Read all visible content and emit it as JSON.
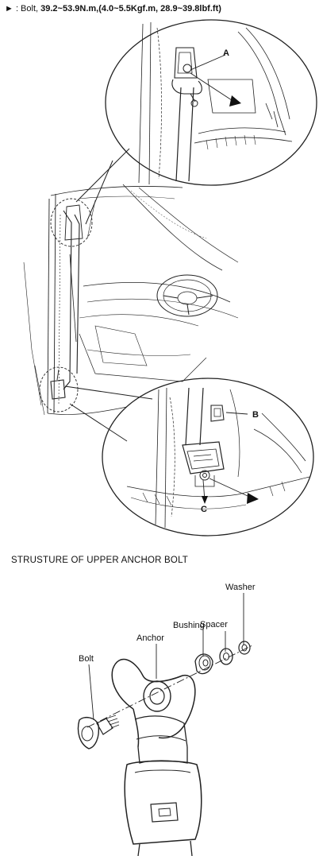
{
  "torque_spec": {
    "marker": "►",
    "prefix": " : Bolt, ",
    "value": "39.2~53.9N.m,(4.0~5.5Kgf.m, 28.9~39.8lbf.ft)"
  },
  "callouts": {
    "a": "A",
    "b": "B",
    "c": "C"
  },
  "structure_title": "STRUSTURE OF UPPER ANCHOR BOLT",
  "parts": {
    "washer": "Washer",
    "spacer": "Spacer",
    "bushing": "Bushing",
    "anchor": "Anchor",
    "bolt": "Bolt"
  }
}
